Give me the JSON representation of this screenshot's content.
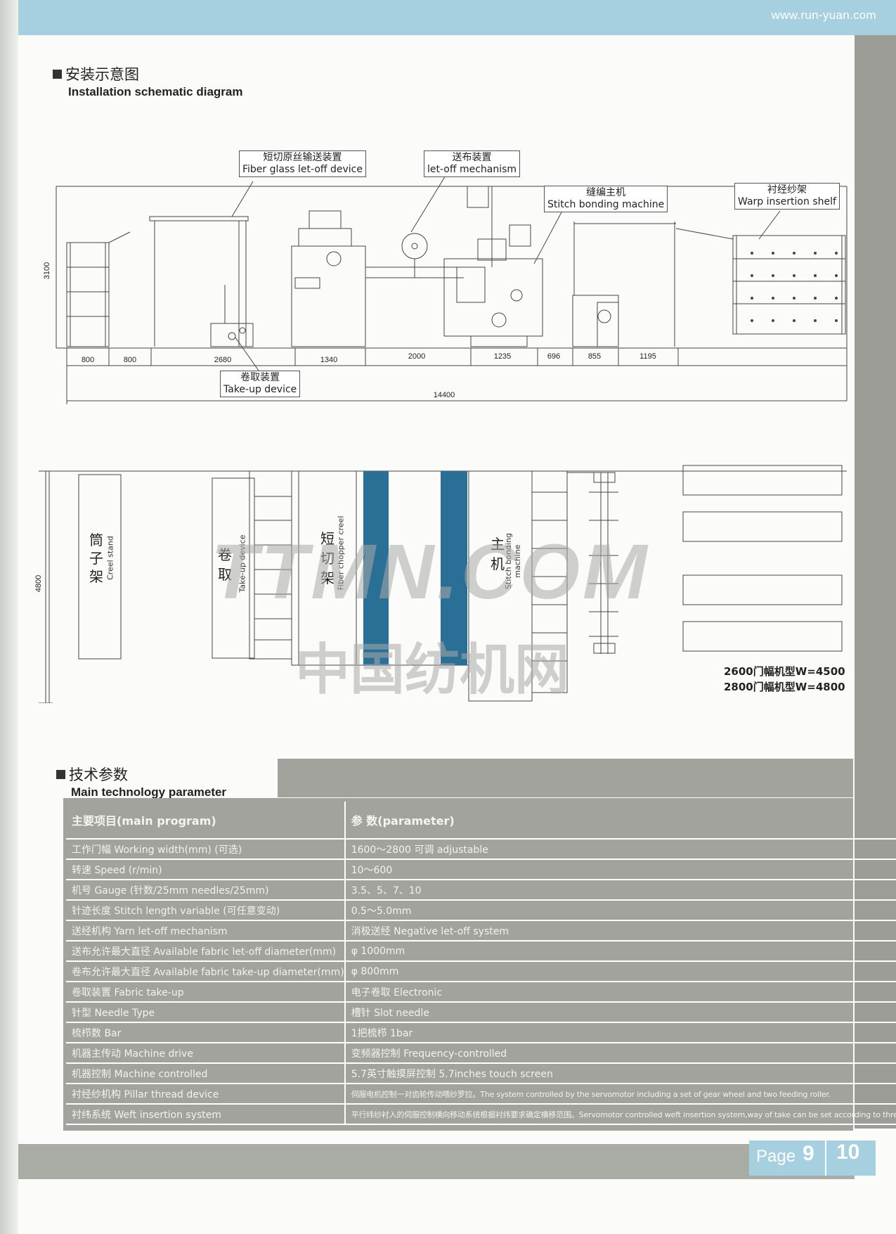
{
  "header": {
    "url": "www.run-yuan.com"
  },
  "install": {
    "title_cn": "安装示意图",
    "title_en": "Installation schematic diagram"
  },
  "labels": {
    "fiber_cn": "短切原丝输送装置",
    "fiber_en": "Fiber glass let-off device",
    "letoff_cn": "送布装置",
    "letoff_en": "let-off mechanism",
    "stitch_cn": "缝编主机",
    "stitch_en": "Stitch bonding machine",
    "warp_cn": "衬经纱架",
    "warp_en": "Warp insertion shelf",
    "takeup_cn": "卷取装置",
    "takeup_en": "Take-up device"
  },
  "dims": {
    "height": "3100",
    "segments": [
      "800",
      "800",
      "2680",
      "1340",
      "2000",
      "1235",
      "696",
      "855",
      "1195"
    ],
    "total": "14400",
    "width": "4800"
  },
  "plan": {
    "creel_cn": "筒子架",
    "creel_en": "Creel stand",
    "takeup_cn": "卷取",
    "takeup_en": "Take-up device",
    "chopper_cn": "短切架",
    "chopper_en": "Fiber chopper creel",
    "main_cn": "主机",
    "main_en": "Stitch bonding machine",
    "note1": "2600门幅机型W=4500",
    "note2": "2800门幅机型W=4800"
  },
  "watermark": {
    "line1": "TTMN.COM",
    "line2": "中国纺机网"
  },
  "tech": {
    "title_cn": "技术参数",
    "title_en": "Main technology parameter",
    "head_item": "主要项目(main program)",
    "head_param": "参  数(parameter)",
    "rows": [
      {
        "item": "工作门幅  Working width(mm) (可选)",
        "value": "1600～2800 可调 adjustable"
      },
      {
        "item": "转速  Speed (r/min)",
        "value": "10～600"
      },
      {
        "item": "机号  Gauge (针数/25mm   needles/25mm)",
        "value": "3.5、5、7、10"
      },
      {
        "item": "针迹长度  Stitch length variable (可任意变动)",
        "value": "0.5～5.0mm"
      },
      {
        "item": "送经机构  Yarn let-off mechanism",
        "value": "消极送经 Negative let-off system"
      },
      {
        "item": "送布允许最大直径  Available fabric let-off diameter(mm)",
        "value": "φ 1000mm"
      },
      {
        "item": "卷布允许最大直径  Available fabric take-up diameter(mm)",
        "value": "φ 800mm"
      },
      {
        "item": "卷取装置  Fabric take-up",
        "value": "电子卷取  Electronic"
      },
      {
        "item": "针型  Needle Type",
        "value": "槽针  Slot needle"
      },
      {
        "item": "梳栉数  Bar",
        "value": "1把梳栉    1bar"
      },
      {
        "item": "机器主传动  Machine drive",
        "value": "变频器控制   Frequency-controlled"
      },
      {
        "item": "机器控制  Machine controlled",
        "value": "5.7英寸触摸屏控制 5.7inches touch screen"
      },
      {
        "item": "衬经纱机构  Pillar thread device",
        "value": "伺服电机控制一对齿轮传动喂纱罗拉。The system controlled by the servomotor including a set of gear wheel and two feeding roller."
      },
      {
        "item": "衬纬系统  Weft insertion system",
        "value": "平行纬纱衬入的伺服控制横向移动系统根据衬纬要求确定横移范围。Servomotor controlled weft insertion system,way of take can be set according to threading."
      }
    ]
  },
  "footer": {
    "page_word": "Page",
    "page_a": "9",
    "page_b": "10"
  }
}
